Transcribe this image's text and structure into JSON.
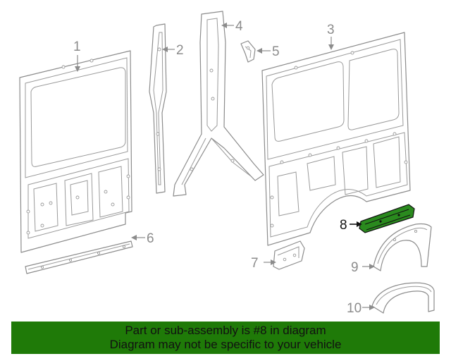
{
  "callouts": [
    {
      "id": 1,
      "label": "1"
    },
    {
      "id": 2,
      "label": "2"
    },
    {
      "id": 3,
      "label": "3"
    },
    {
      "id": 4,
      "label": "4"
    },
    {
      "id": 5,
      "label": "5"
    },
    {
      "id": 6,
      "label": "6"
    },
    {
      "id": 7,
      "label": "7"
    },
    {
      "id": 8,
      "label": "8"
    },
    {
      "id": 9,
      "label": "9"
    },
    {
      "id": 10,
      "label": "10"
    }
  ],
  "highlighted_part": "8",
  "colors": {
    "banner_bg": "#1f7a08",
    "highlight_part": "#2a8a1e",
    "line_gray": "#8c8c8c"
  },
  "banner": {
    "line1": "Part or sub-assembly is #8 in diagram",
    "line2": "Diagram may not be specific to your vehicle"
  }
}
